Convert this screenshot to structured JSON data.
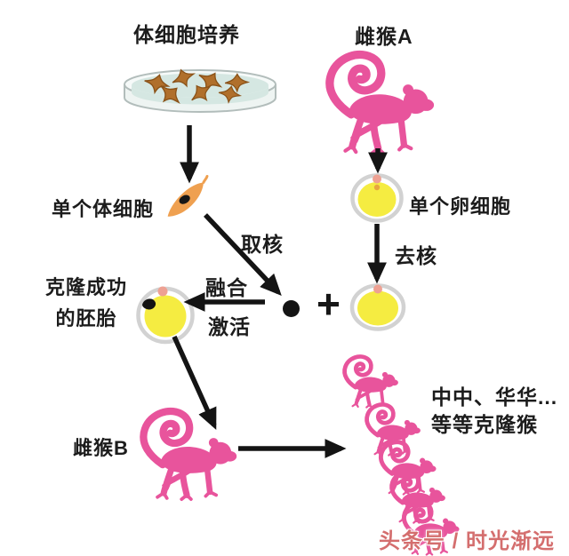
{
  "labels": {
    "somatic_culture": "体细胞培养",
    "female_monkey_a": "雌猴A",
    "single_somatic_cell": "单个体细胞",
    "extract_nucleus": "取核",
    "single_egg_cell": "单个卵细胞",
    "remove_nucleus": "去核",
    "fusion": "融合",
    "activation": "激活",
    "cloned_embryo_line1": "克隆成功",
    "cloned_embryo_line2": "的胚胎",
    "female_monkey_b": "雌猴B",
    "cloned_monkeys_line1": "中中、华华...",
    "cloned_monkeys_line2": "等等克隆猴",
    "plus": "+"
  },
  "watermark": "头条号 / 时光渐远",
  "colors": {
    "monkey_pink": "#e8549c",
    "egg_yellow": "#f5ec41",
    "egg_ring_gray": "#d2d2d2",
    "egg_spot_pink": "#eea193",
    "somatic_cell_orange": "#efa050",
    "dish_liquid_blue": "#d5e7e2",
    "dish_cell_brown": "#b06f2b",
    "arrow_black": "#141414",
    "text_black": "#1c1c1c",
    "watermark_red": "#cd5555",
    "background": "#ffffff"
  }
}
